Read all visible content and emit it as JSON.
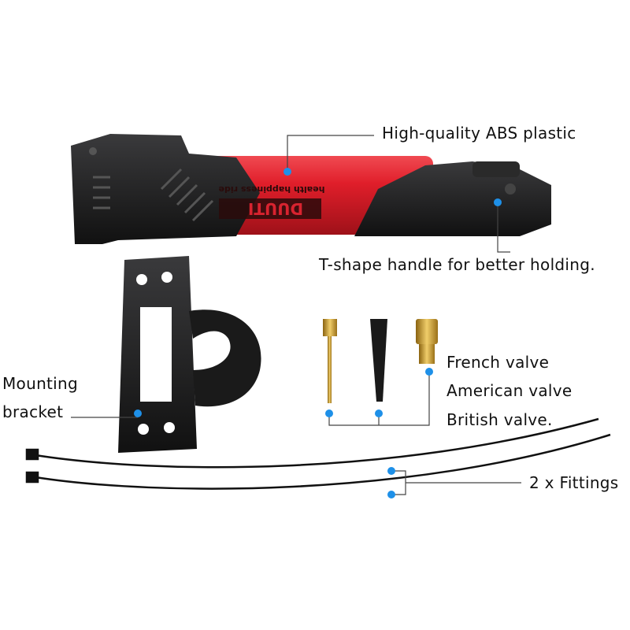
{
  "product": {
    "brand_logo": "DUUTI",
    "slogan": "health happiness ride"
  },
  "annotations": {
    "abs": "High-quality ABS plastic",
    "handle": "T-shape handle for better holding.",
    "bracket_line1": "Mounting",
    "bracket_line2": "bracket",
    "french": "French valve",
    "american": "American valve",
    "british": "British valve.",
    "fittings": "2 x Fittings"
  },
  "colors": {
    "accent": "#1e90e8",
    "pump_red": "#d8232f",
    "plastic": "#1c1c1e",
    "brass": "#c99a2e"
  }
}
